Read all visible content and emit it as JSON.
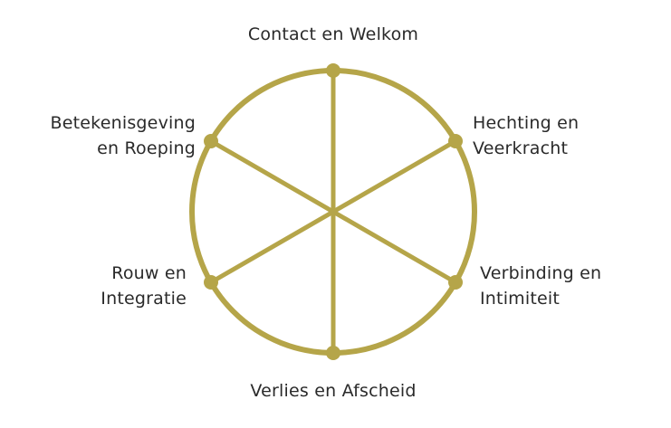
{
  "colors": {
    "wheel": "#b5a549",
    "text": "#2a2a2a",
    "background": "#ffffff"
  },
  "labels": {
    "top": {
      "lines": [
        "Contact en Welkom"
      ]
    },
    "top_right": {
      "lines": [
        "Hechting en",
        "Veerkracht"
      ]
    },
    "bottom_right": {
      "lines": [
        "Verbinding en",
        "Intimiteit"
      ]
    },
    "bottom": {
      "lines": [
        "Verlies en Afscheid"
      ]
    },
    "bottom_left": {
      "lines": [
        "Rouw en",
        "Integratie"
      ]
    },
    "top_left": {
      "lines": [
        "Betekenisgeving",
        "en Roeping"
      ]
    }
  }
}
